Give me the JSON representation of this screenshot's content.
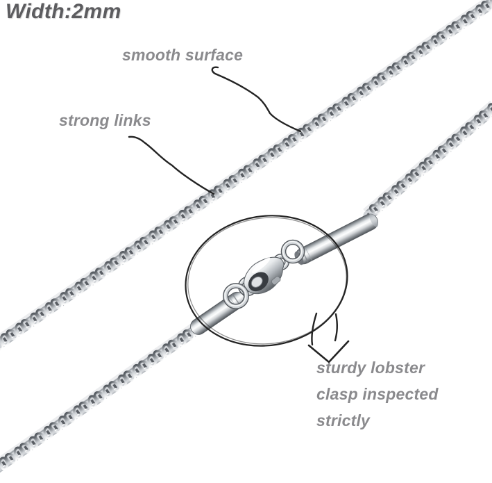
{
  "title": "Width:2mm",
  "annotations": {
    "smooth_surface": "smooth surface",
    "strong_links": "strong links",
    "clasp_note": {
      "line1": "sturdy lobster",
      "line2": "clasp inspected",
      "line3": "strictly"
    }
  },
  "illustration": {
    "subject": "silver box-link chain necklace with lobster clasp, clasp circled by hand-drawn ellipse and arrow"
  },
  "colors": {
    "background": "#ffffff",
    "title_text": "#5c5c5f",
    "annotation_text": "#8a8a8d",
    "sketch_line": "#232323",
    "metal_highlight": "#ffffff",
    "metal_mid": "#cfd3d7",
    "metal_shadow": "#50555a"
  }
}
